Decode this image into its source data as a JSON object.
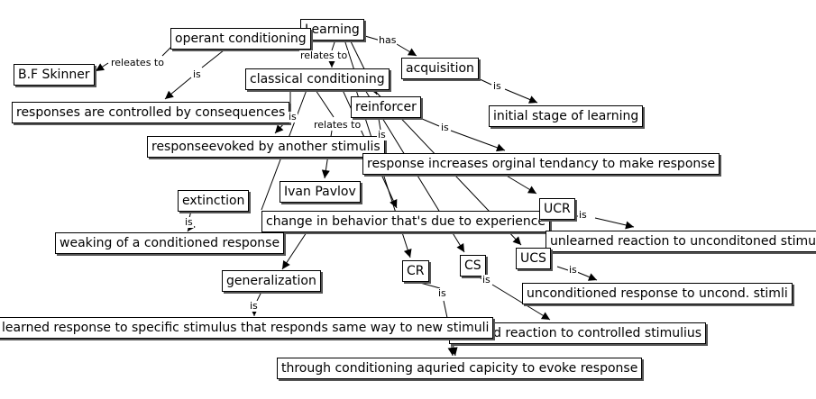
{
  "nodes": {
    "learning": "Learning",
    "operant": "operant conditioning",
    "skinner": "B.F Skinner",
    "acquisition": "acquisition",
    "initial_stage": "initial stage of learning",
    "classical": "classical conditioning",
    "responses_controlled": "responses are controlled by consequences",
    "reinforcer": "reinforcer",
    "response_evoked": "responseevoked by another stimulis",
    "response_increases": "response increases orginal tendancy to make response",
    "extinction": "extinction",
    "pavlov": "Ivan Pavlov",
    "change_behavior": "change in behavior that's due to experience",
    "ucr": "UCR",
    "weaking": "weaking of a conditioned response",
    "unlearned": "unlearned reaction to unconditoned stimuli",
    "ucs": "UCS",
    "cs": "CS",
    "cr": "CR",
    "generalization": "generalization",
    "unconditioned_response": "unconditioned response to uncond. stimli",
    "learned_response": "learned response to specific stimulus that responds same way to new stimuli",
    "controlled_stimulus": "learned reaction to controlled stimulius",
    "through_conditioning": "through conditioning aquried capicity to evoke response"
  },
  "edge_labels": {
    "has": "has",
    "relates_to_1": "relates to",
    "releates_to": "releates to",
    "is_operant": "is",
    "is_acquisition": "is",
    "is_classical": "is",
    "relates_to_2": "relates to",
    "is_reinforcer": "is",
    "is_pavlov": "is",
    "is_ucr": "is",
    "is_extinction": "is",
    "is_ucs": "is",
    "is_cs": "is",
    "is_cr": "is",
    "is_generalization": "is"
  }
}
